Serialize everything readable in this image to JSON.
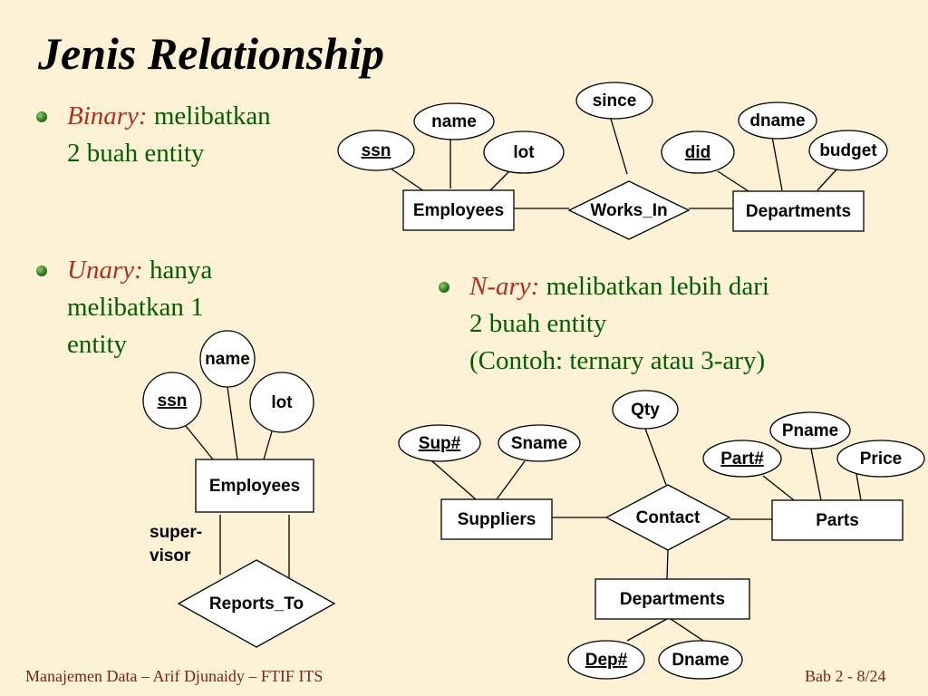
{
  "slide": {
    "title": "Jenis Relationship",
    "bullets": {
      "binary": {
        "term": "Binary:",
        "lines": [
          " melibatkan",
          "2 buah entity"
        ]
      },
      "unary": {
        "term": "Unary:",
        "lines": [
          " hanya",
          "melibatkan 1",
          "entity"
        ]
      },
      "nary": {
        "term": "N-ary:",
        "lines": [
          " melibatkan lebih dari",
          "2 buah entity",
          "(Contoh: ternary atau 3-ary)"
        ]
      }
    },
    "footer": {
      "left": "Manajemen Data – Arif Djunaidy – FTIF ITS",
      "right": "Bab 2 - 8/24"
    }
  },
  "diagrams": {
    "binary": {
      "entities": [
        "Employees",
        "Departments"
      ],
      "relationship": "Works_In",
      "attributes": {
        "Employees": [
          {
            "label": "ssn",
            "key": true
          },
          {
            "label": "name",
            "key": false
          },
          {
            "label": "lot",
            "key": false
          }
        ],
        "Works_In": [
          {
            "label": "since",
            "key": false
          }
        ],
        "Departments": [
          {
            "label": "did",
            "key": true
          },
          {
            "label": "dname",
            "key": false
          },
          {
            "label": "budget",
            "key": false
          }
        ]
      }
    },
    "unary": {
      "entities": [
        "Employees"
      ],
      "relationship": "Reports_To",
      "role_label": "super-\nvisor",
      "attributes": {
        "Employees": [
          {
            "label": "name",
            "key": false
          },
          {
            "label": "ssn",
            "key": true
          },
          {
            "label": "lot",
            "key": false
          }
        ]
      }
    },
    "ternary": {
      "entities": [
        "Suppliers",
        "Parts",
        "Departments"
      ],
      "relationship": "Contact",
      "attributes": {
        "Suppliers": [
          {
            "label": "Sup#",
            "key": true
          },
          {
            "label": "Sname",
            "key": false
          }
        ],
        "Contact": [
          {
            "label": "Qty",
            "key": false
          }
        ],
        "Parts": [
          {
            "label": "Pname",
            "key": false
          },
          {
            "label": "Part#",
            "key": true
          },
          {
            "label": "Price",
            "key": false
          }
        ],
        "Departments": [
          {
            "label": "Dep#",
            "key": true
          },
          {
            "label": "Dname",
            "key": false
          }
        ]
      }
    }
  }
}
